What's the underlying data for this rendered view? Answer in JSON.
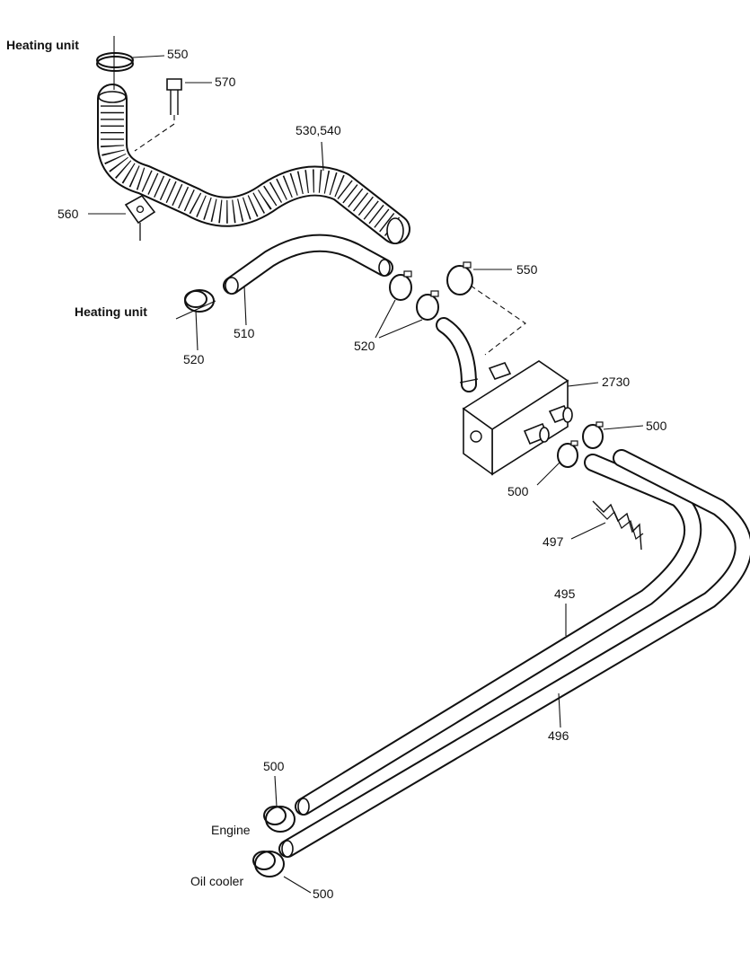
{
  "labels": {
    "heating_unit_top": "Heating unit",
    "heating_unit_mid": "Heating unit",
    "engine": "Engine",
    "oil_cooler": "Oil cooler"
  },
  "callouts": {
    "c550_top": "550",
    "c570": "570",
    "c530_540": "530,540",
    "c560": "560",
    "c550_right": "550",
    "c510": "510",
    "c520_left": "520",
    "c520_mid": "520",
    "c2730": "2730",
    "c500_right": "500",
    "c500_mid": "500",
    "c497": "497",
    "c495": "495",
    "c496": "496",
    "c500_engine": "500",
    "c500_oil": "500"
  }
}
